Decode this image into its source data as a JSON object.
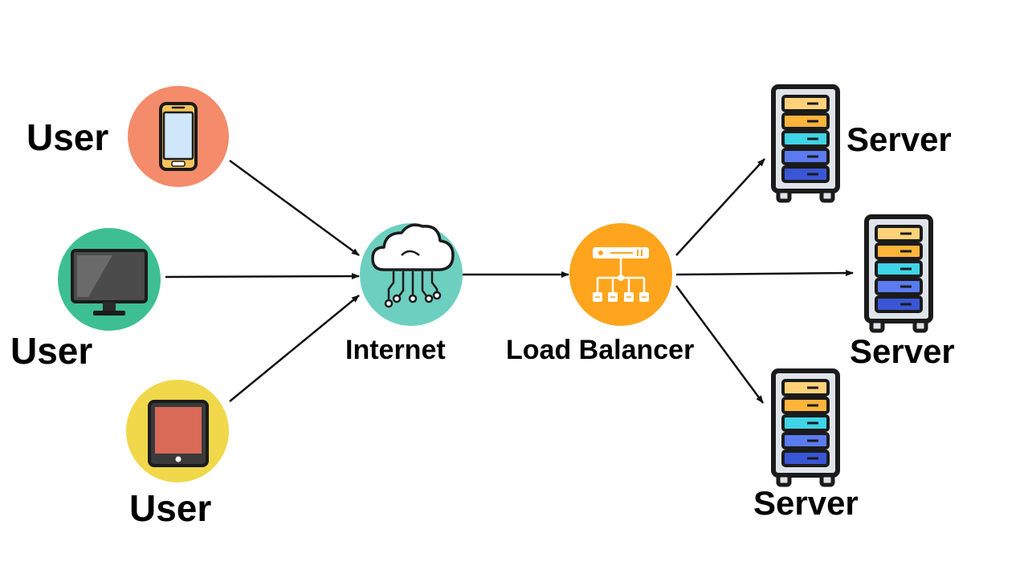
{
  "nodes": {
    "user_phone": {
      "label": "User",
      "icon": "smartphone-icon",
      "color": "#f48b6b"
    },
    "user_monitor": {
      "label": "User",
      "icon": "monitor-icon",
      "color": "#3dbf93"
    },
    "user_tablet": {
      "label": "User",
      "icon": "tablet-icon",
      "color": "#f0d84a"
    },
    "internet": {
      "label": "Internet",
      "icon": "cloud-network-icon",
      "color": "#6ccfc0"
    },
    "load_balancer": {
      "label": "Load Balancer",
      "icon": "load-balancer-icon",
      "color": "#ffa51d"
    },
    "server_top": {
      "label": "Server",
      "icon": "server-rack-icon"
    },
    "server_middle": {
      "label": "Server",
      "icon": "server-rack-icon"
    },
    "server_bottom": {
      "label": "Server",
      "icon": "server-rack-icon"
    }
  },
  "edges": [
    {
      "from": "user_phone",
      "to": "internet"
    },
    {
      "from": "user_monitor",
      "to": "internet"
    },
    {
      "from": "user_tablet",
      "to": "internet"
    },
    {
      "from": "internet",
      "to": "load_balancer"
    },
    {
      "from": "load_balancer",
      "to": "server_top"
    },
    {
      "from": "load_balancer",
      "to": "server_middle"
    },
    {
      "from": "load_balancer",
      "to": "server_bottom"
    }
  ],
  "colors": {
    "arrow": "#111111",
    "server_unit_colors": [
      "#ffd27a",
      "#ffb43a",
      "#3fd4e6",
      "#5b7bf0",
      "#3a56d6"
    ]
  }
}
